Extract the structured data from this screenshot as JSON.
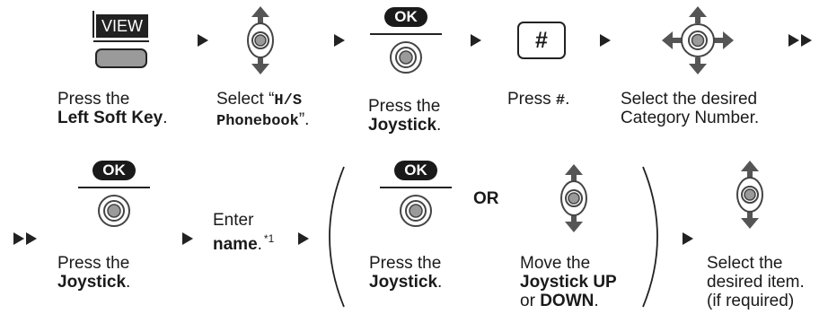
{
  "icons": {
    "view_key_label": "VIEW",
    "ok_label": "OK",
    "hash_label": "#"
  },
  "row1": {
    "step1": {
      "line1": "Press the",
      "line2": "Left Soft Key",
      "line2_suffix": "."
    },
    "step2": {
      "prefix": "Select “",
      "code1": "H/S",
      "code2": "Phonebook",
      "suffix": "”."
    },
    "step3": {
      "line1": "Press the",
      "line2": "Joystick",
      "line2_suffix": "."
    },
    "step4": {
      "prefix": "Press ",
      "code": "#",
      "suffix": "."
    },
    "step5": {
      "line1": "Select the desired",
      "line2": "Category Number."
    }
  },
  "row2": {
    "step6": {
      "line1": "Press the",
      "line2": "Joystick",
      "line2_suffix": "."
    },
    "step7": {
      "line1": "Enter",
      "line2": "name",
      "line2_suffix": ".",
      "footnote": "*1"
    },
    "step8a": {
      "line1": "Press the",
      "line2": "Joystick",
      "line2_suffix": "."
    },
    "or_label": "OR",
    "step8b": {
      "line1": "Move the",
      "line2": "Joystick UP",
      "line3_prefix": "or ",
      "line3_bold": "DOWN",
      "line3_suffix": "."
    },
    "step9": {
      "line1": "Select the",
      "line2": "desired item.",
      "line3": "(if required)"
    }
  }
}
